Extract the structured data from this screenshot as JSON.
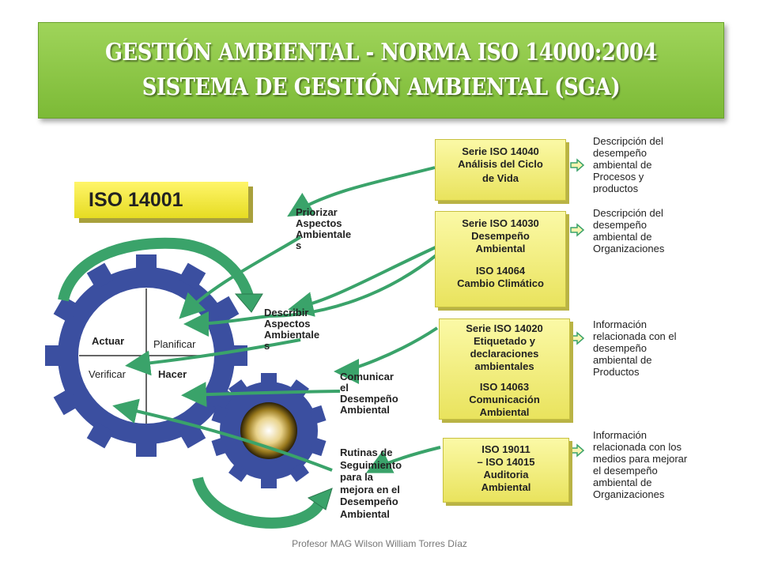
{
  "header": {
    "title_line1": "GESTIÓN AMBIENTAL  - NORMA ISO 14000:2004",
    "title_line2": "SISTEMA DE GESTIÓN AMBIENTAL (SGA)"
  },
  "badge": "ISO 14001",
  "cycle": {
    "actuar": "Actuar",
    "planificar": "Planificar",
    "verificar": "Verificar",
    "hacer": "Hacer"
  },
  "actions": [
    {
      "lines": [
        "Priorizar",
        "Aspectos",
        "Ambientale",
        "s"
      ]
    },
    {
      "lines": [
        "Describir",
        "Aspectos",
        "Ambientale",
        "s"
      ]
    },
    {
      "lines": [
        "Comunicar",
        "el",
        "Desempeño",
        "Ambiental"
      ]
    },
    {
      "lines": [
        "Rutinas de",
        "Seguimiento",
        "para la",
        "mejora en el",
        "Desempeño",
        "Ambiental"
      ]
    }
  ],
  "boxes": [
    {
      "lines": [
        "Serie ISO 14040",
        "Análisis del Ciclo",
        "de Vida"
      ]
    },
    {
      "lines": [
        "Serie ISO 14030",
        "Desempeño",
        "Ambiental",
        "",
        "ISO 14064",
        "Cambio Climático"
      ]
    },
    {
      "lines": [
        "Serie ISO 14020",
        "Etiquetado y",
        "declaraciones",
        "ambientales",
        "",
        "ISO 14063",
        "Comunicación",
        "Ambiental"
      ]
    },
    {
      "lines": [
        "ISO 19011",
        "– ISO 14015",
        "Auditoria",
        "Ambiental"
      ]
    }
  ],
  "descriptions": [
    {
      "lines": [
        "Descripción del",
        "desempeño",
        "ambiental de",
        "Procesos y",
        "productos"
      ]
    },
    {
      "lines": [
        "Descripción del",
        "desempeño",
        "ambiental de",
        "Organizaciones"
      ]
    },
    {
      "lines": [
        "Información",
        "relacionada con el",
        "desempeño",
        "ambiental de",
        "Productos"
      ]
    },
    {
      "lines": [
        "Información",
        "relacionada con los",
        "medios para  mejorar",
        "el desempeño",
        "ambiental de",
        "Organizaciones"
      ]
    }
  ],
  "footer": "Profesor MAG Wilson William Torres Díaz",
  "colors": {
    "banner": "#8cc63f",
    "gear": "#3b4fa0",
    "arrow": "#3aa36a",
    "box": "#f3ee7a"
  }
}
